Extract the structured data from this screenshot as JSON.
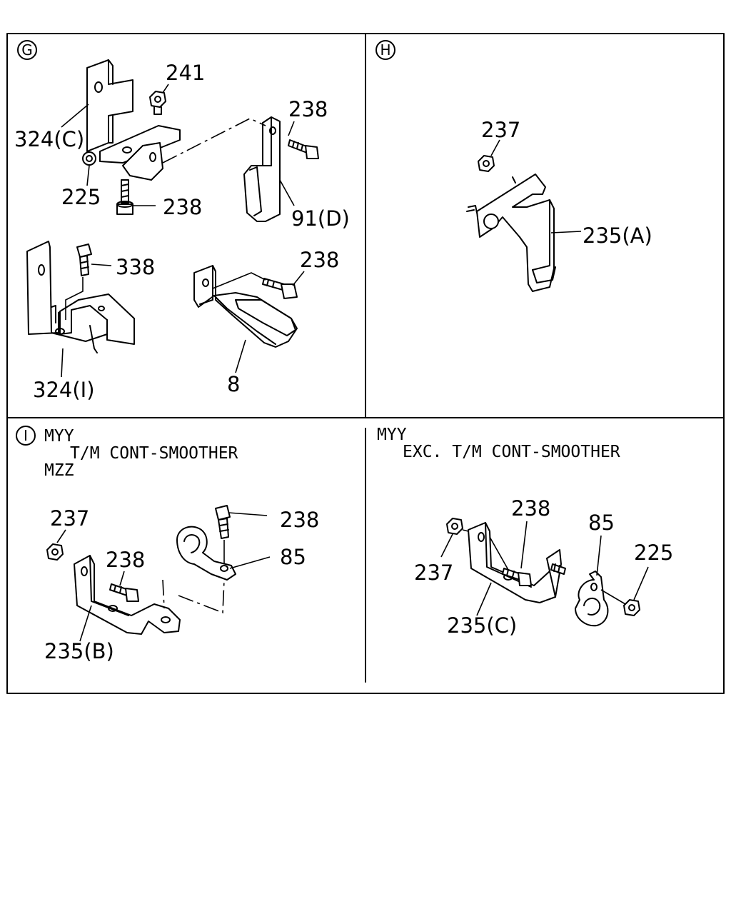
{
  "panels": {
    "g": {
      "marker": "G",
      "labels": {
        "l241": "241",
        "l238a": "238",
        "l324c": "324(C)",
        "l225": "225",
        "l238b": "238",
        "l91d": "91(D)",
        "l338": "338",
        "l238c": "238",
        "l324i": "324(I)",
        "l8": "8"
      }
    },
    "h": {
      "marker": "H",
      "labels": {
        "l237": "237",
        "l235a": "235(A)"
      }
    },
    "i": {
      "marker": "I",
      "notes": [
        "MYY",
        "T/M CONT-SMOOTHER",
        "MZZ"
      ],
      "labels": {
        "l237": "237",
        "l238a": "238",
        "l238b": "238",
        "l85": "85",
        "l235b": "235(B)"
      }
    },
    "j": {
      "notes": [
        "MYY",
        "EXC. T/M CONT-SMOOTHER"
      ],
      "labels": {
        "l238": "238",
        "l85": "85",
        "l225": "225",
        "l237": "237",
        "l235c": "235(C)"
      }
    }
  },
  "colors": {
    "line": "#000000",
    "background": "#ffffff"
  }
}
